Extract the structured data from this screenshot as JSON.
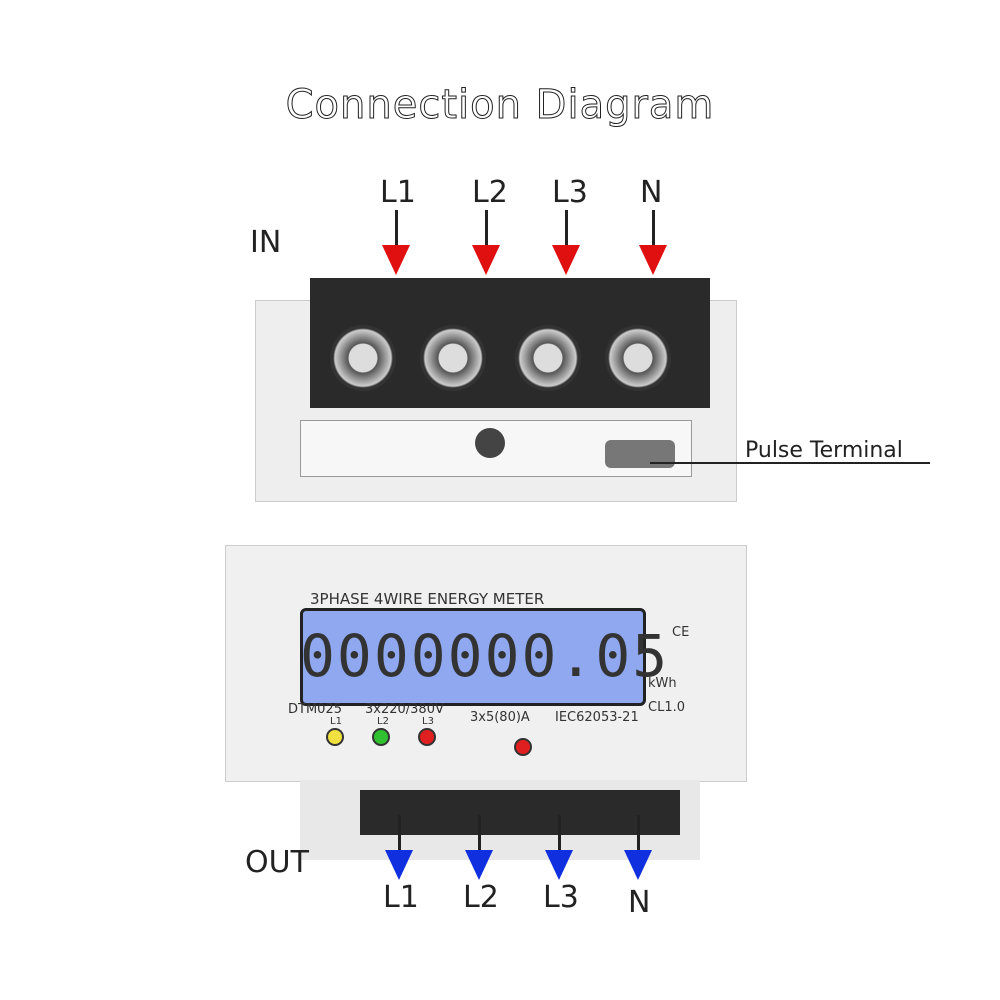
{
  "title": "Connection Diagram",
  "in_label": "IN",
  "out_label": "OUT",
  "inputs": [
    "L1",
    "L2",
    "L3",
    "N"
  ],
  "outputs": [
    "L1",
    "L2",
    "L3",
    "N"
  ],
  "pulse_label": "Pulse Terminal",
  "meter": {
    "heading": "3PHASE 4WIRE ENERGY METER",
    "reading": "0000000.05",
    "unit": "kWh",
    "class": "CL1.0",
    "model": "DTM025",
    "voltage": "3x220/380V",
    "current": "3x5(80)A",
    "standard": "IEC62053-21",
    "ce": "CE",
    "led_labels": [
      "L1",
      "L2",
      "L3"
    ]
  },
  "colors": {
    "in_arrow": "#e01010",
    "out_arrow": "#1030e0",
    "lcd": "#8fa8f0"
  }
}
